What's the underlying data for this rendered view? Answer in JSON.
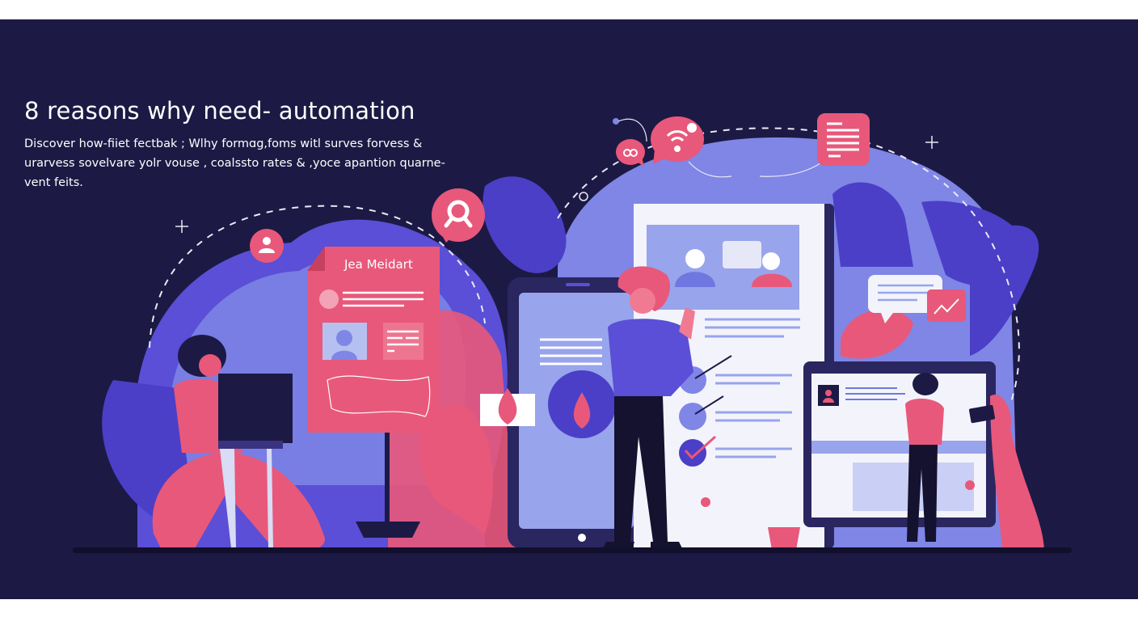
{
  "hero": {
    "title": "8 reasons why need- automation",
    "subtitle_lines": [
      "Discover how-fiiet fectbak ; Wlhy formɑg,foms witl surves forvess &",
      "urarvess sovelvare yolr vouse , coalssto rates & ,yoce apantion quarne-",
      "vent feits."
    ]
  },
  "illustration": {
    "document_card_name": "Jea Meidart",
    "icons": [
      "search-icon",
      "user-icon",
      "wifi-chat-icon",
      "link-chat-icon",
      "document-icon",
      "chat-bubble-icon",
      "trend-chart-icon",
      "checkbox-icon",
      "droplet-icon",
      "plus-sparkle-icon"
    ]
  },
  "colors": {
    "background": "#1c1a44",
    "accent_pink": "#e8587a",
    "accent_periwinkle": "#7f86e6",
    "accent_indigo": "#4b3fc7",
    "card_white": "#f3f4fb"
  }
}
